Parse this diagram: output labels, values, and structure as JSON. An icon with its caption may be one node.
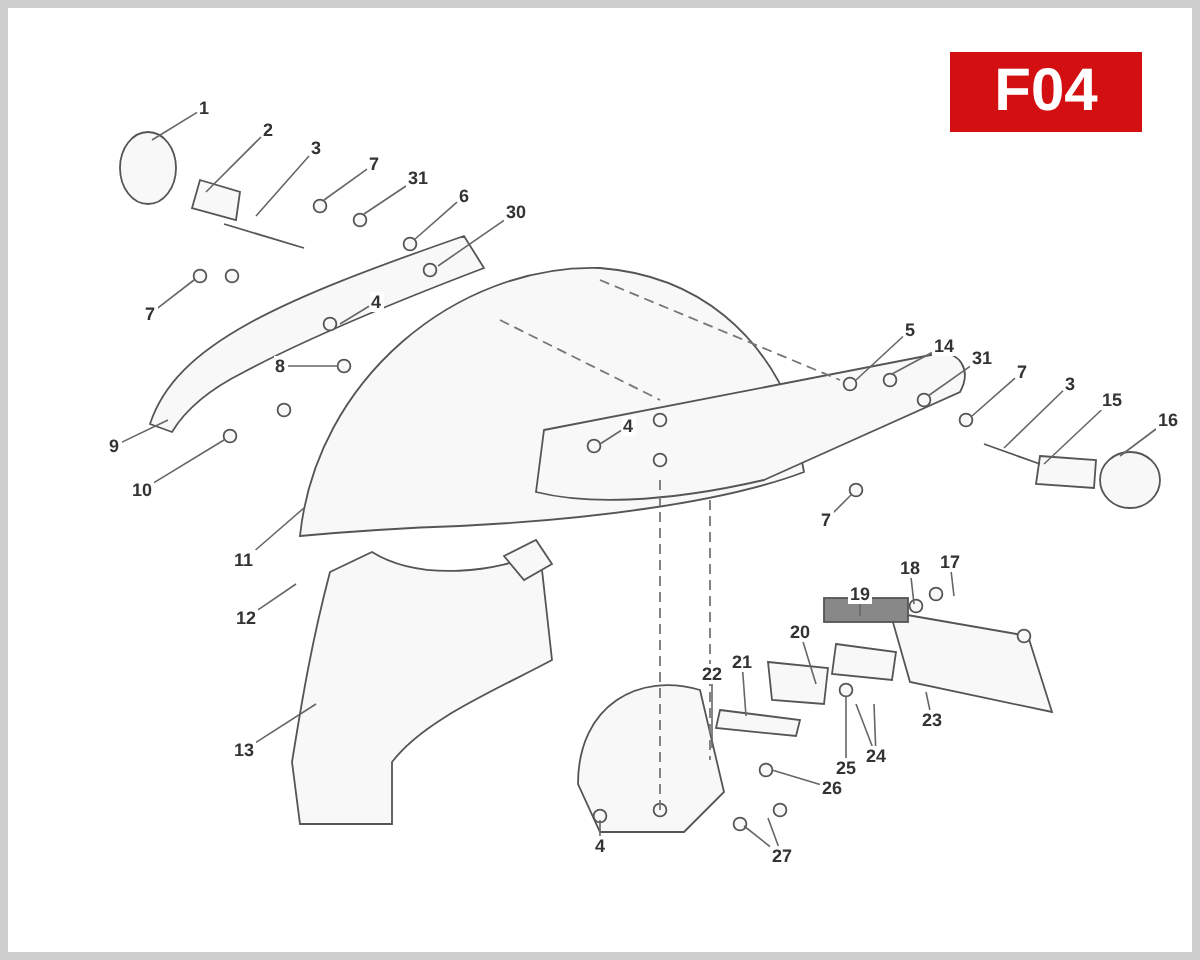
{
  "diagram": {
    "nodes": [
      {
        "text": [
          "F04"
        ]
      },
      {
        "text": [
          "1"
        ]
      },
      {
        "text": [
          "2"
        ]
      },
      {
        "text": [
          "3"
        ]
      },
      {
        "text": [
          "7"
        ]
      },
      {
        "text": [
          "31"
        ]
      },
      {
        "text": [
          "6"
        ]
      },
      {
        "text": [
          "30"
        ]
      },
      {
        "text": [
          "7"
        ]
      },
      {
        "text": [
          "4"
        ]
      },
      {
        "text": [
          "8"
        ]
      },
      {
        "text": [
          "9"
        ]
      },
      {
        "text": [
          "10"
        ]
      },
      {
        "text": [
          "11"
        ]
      },
      {
        "text": [
          "12"
        ]
      },
      {
        "text": [
          "13"
        ]
      },
      {
        "text": [
          "5"
        ]
      },
      {
        "text": [
          "14"
        ]
      },
      {
        "text": [
          "31"
        ]
      },
      {
        "text": [
          "7"
        ]
      },
      {
        "text": [
          "3"
        ]
      },
      {
        "text": [
          "15"
        ]
      },
      {
        "text": [
          "16"
        ]
      },
      {
        "text": [
          "4"
        ]
      },
      {
        "text": [
          "7"
        ]
      },
      {
        "text": [
          "18"
        ]
      },
      {
        "text": [
          "17"
        ]
      },
      {
        "text": [
          "19"
        ]
      },
      {
        "text": [
          "20"
        ]
      },
      {
        "text": [
          "21"
        ]
      },
      {
        "text": [
          "22"
        ]
      },
      {
        "text": [
          "23"
        ]
      },
      {
        "text": [
          "24"
        ]
      },
      {
        "text": [
          "25"
        ]
      },
      {
        "text": [
          "26"
        ]
      },
      {
        "text": [
          "27"
        ]
      },
      {
        "text": [
          "4"
        ]
      }
    ],
    "edges": [
      {
        "from": 1,
        "to": null,
        "arrow": "none"
      },
      {
        "from": 2,
        "to": null,
        "arrow": "none"
      },
      {
        "from": 3,
        "to": null,
        "arrow": "none"
      },
      {
        "from": 4,
        "to": null,
        "arrow": "none"
      },
      {
        "from": 5,
        "to": null,
        "arrow": "none"
      },
      {
        "from": 6,
        "to": null,
        "arrow": "none"
      },
      {
        "from": 7,
        "to": null,
        "arrow": "none"
      },
      {
        "from": 8,
        "to": null,
        "arrow": "none"
      },
      {
        "from": 9,
        "to": null,
        "arrow": "none"
      },
      {
        "from": 10,
        "to": null,
        "arrow": "none"
      },
      {
        "from": 11,
        "to": null,
        "arrow": "none"
      },
      {
        "from": 12,
        "to": null,
        "arrow": "none"
      },
      {
        "from": 13,
        "to": null,
        "arrow": "none"
      },
      {
        "from": 14,
        "to": null,
        "arrow": "none"
      },
      {
        "from": 15,
        "to": null,
        "arrow": "none"
      },
      {
        "from": 16,
        "to": null,
        "arrow": "none"
      },
      {
        "from": 17,
        "to": null,
        "arrow": "none"
      },
      {
        "from": 18,
        "to": null,
        "arrow": "none"
      },
      {
        "from": 19,
        "to": null,
        "arrow": "none"
      },
      {
        "from": 20,
        "to": null,
        "arrow": "none"
      },
      {
        "from": 21,
        "to": null,
        "arrow": "none"
      },
      {
        "from": 22,
        "to": null,
        "arrow": "none"
      },
      {
        "from": 23,
        "to": null,
        "arrow": "none"
      },
      {
        "from": 24,
        "to": null,
        "arrow": "none"
      },
      {
        "from": 25,
        "to": null,
        "arrow": "none"
      },
      {
        "from": 26,
        "to": null,
        "arrow": "none"
      },
      {
        "from": 27,
        "to": null,
        "arrow": "none"
      },
      {
        "from": 28,
        "to": null,
        "arrow": "none"
      },
      {
        "from": 29,
        "to": null,
        "arrow": "none"
      },
      {
        "from": 30,
        "to": null,
        "arrow": "none"
      },
      {
        "from": 31,
        "to": null,
        "arrow": "none"
      },
      {
        "from": 32,
        "to": null,
        "arrow": "none"
      },
      {
        "from": 32,
        "to": null,
        "arrow": "none"
      },
      {
        "from": 33,
        "to": null,
        "arrow": "none"
      },
      {
        "from": 34,
        "to": null,
        "arrow": "none"
      },
      {
        "from": 35,
        "to": null,
        "arrow": "none"
      },
      {
        "from": 35,
        "to": null,
        "arrow": "none"
      },
      {
        "from": 36,
        "to": null,
        "arrow": "none"
      }
    ]
  }
}
